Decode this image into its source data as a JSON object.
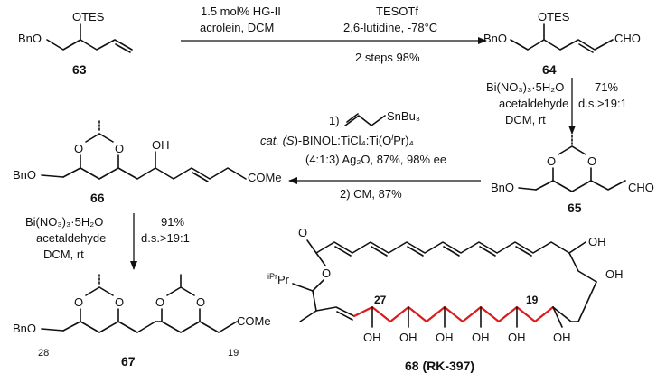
{
  "colors": {
    "ink": "#111111",
    "highlight": "#e0191b"
  },
  "compounds": {
    "c63": {
      "id": "63",
      "substituents": [
        "OTES",
        "BnO"
      ]
    },
    "c64": {
      "id": "64",
      "substituents": [
        "OTES",
        "BnO",
        "CHO"
      ]
    },
    "c65": {
      "id": "65",
      "substituents": [
        "O",
        "O",
        "BnO",
        "CHO"
      ]
    },
    "c66": {
      "id": "66",
      "substituents": [
        "O",
        "O",
        "OH",
        "BnO",
        "COMe"
      ]
    },
    "c67": {
      "id": "67",
      "substituents": [
        "O",
        "O",
        "O",
        "O",
        "BnO",
        "COMe"
      ],
      "locants": [
        "28",
        "19"
      ]
    },
    "c68": {
      "id": "68",
      "name": "(RK-397)",
      "substituents": [
        "O",
        "O",
        "OH",
        "OH",
        "OH",
        "OH",
        "OH",
        "OH",
        "OH",
        "OH",
        "iPr"
      ],
      "locants": [
        "27",
        "19"
      ]
    }
  },
  "steps": {
    "s1": {
      "above": [
        "1.5 mol% HG-II",
        "acrolein, DCM"
      ]
    },
    "s2": {
      "above": [
        "TESOTf",
        "2,6-lutidine, -78°C"
      ],
      "below": [
        "2 steps 98%"
      ]
    },
    "s3": {
      "left": [
        "Bi(NO₃)₃·5H₂O",
        "acetaldehyde",
        "DCM, rt"
      ],
      "right": [
        "71%",
        "d.s.>19:1"
      ]
    },
    "s4": {
      "line1": "1)",
      "reagent1": "SnBu₃",
      "line2_a": "cat. (",
      "line2_b": "S",
      "line2_c": ")-BINOL:TiCl₄:Ti(O",
      "line2_d": "i",
      "line2_e": "Pr)₄",
      "line3": "(4:1:3)  Ag₂O, 87%, 98% ee",
      "line4": "2) CM, 87%"
    },
    "s5": {
      "left": [
        "Bi(NO₃)₃·5H₂O",
        "acetaldehyde",
        "DCM, rt"
      ],
      "right": [
        "91%",
        "d.s.>19:1"
      ]
    }
  }
}
